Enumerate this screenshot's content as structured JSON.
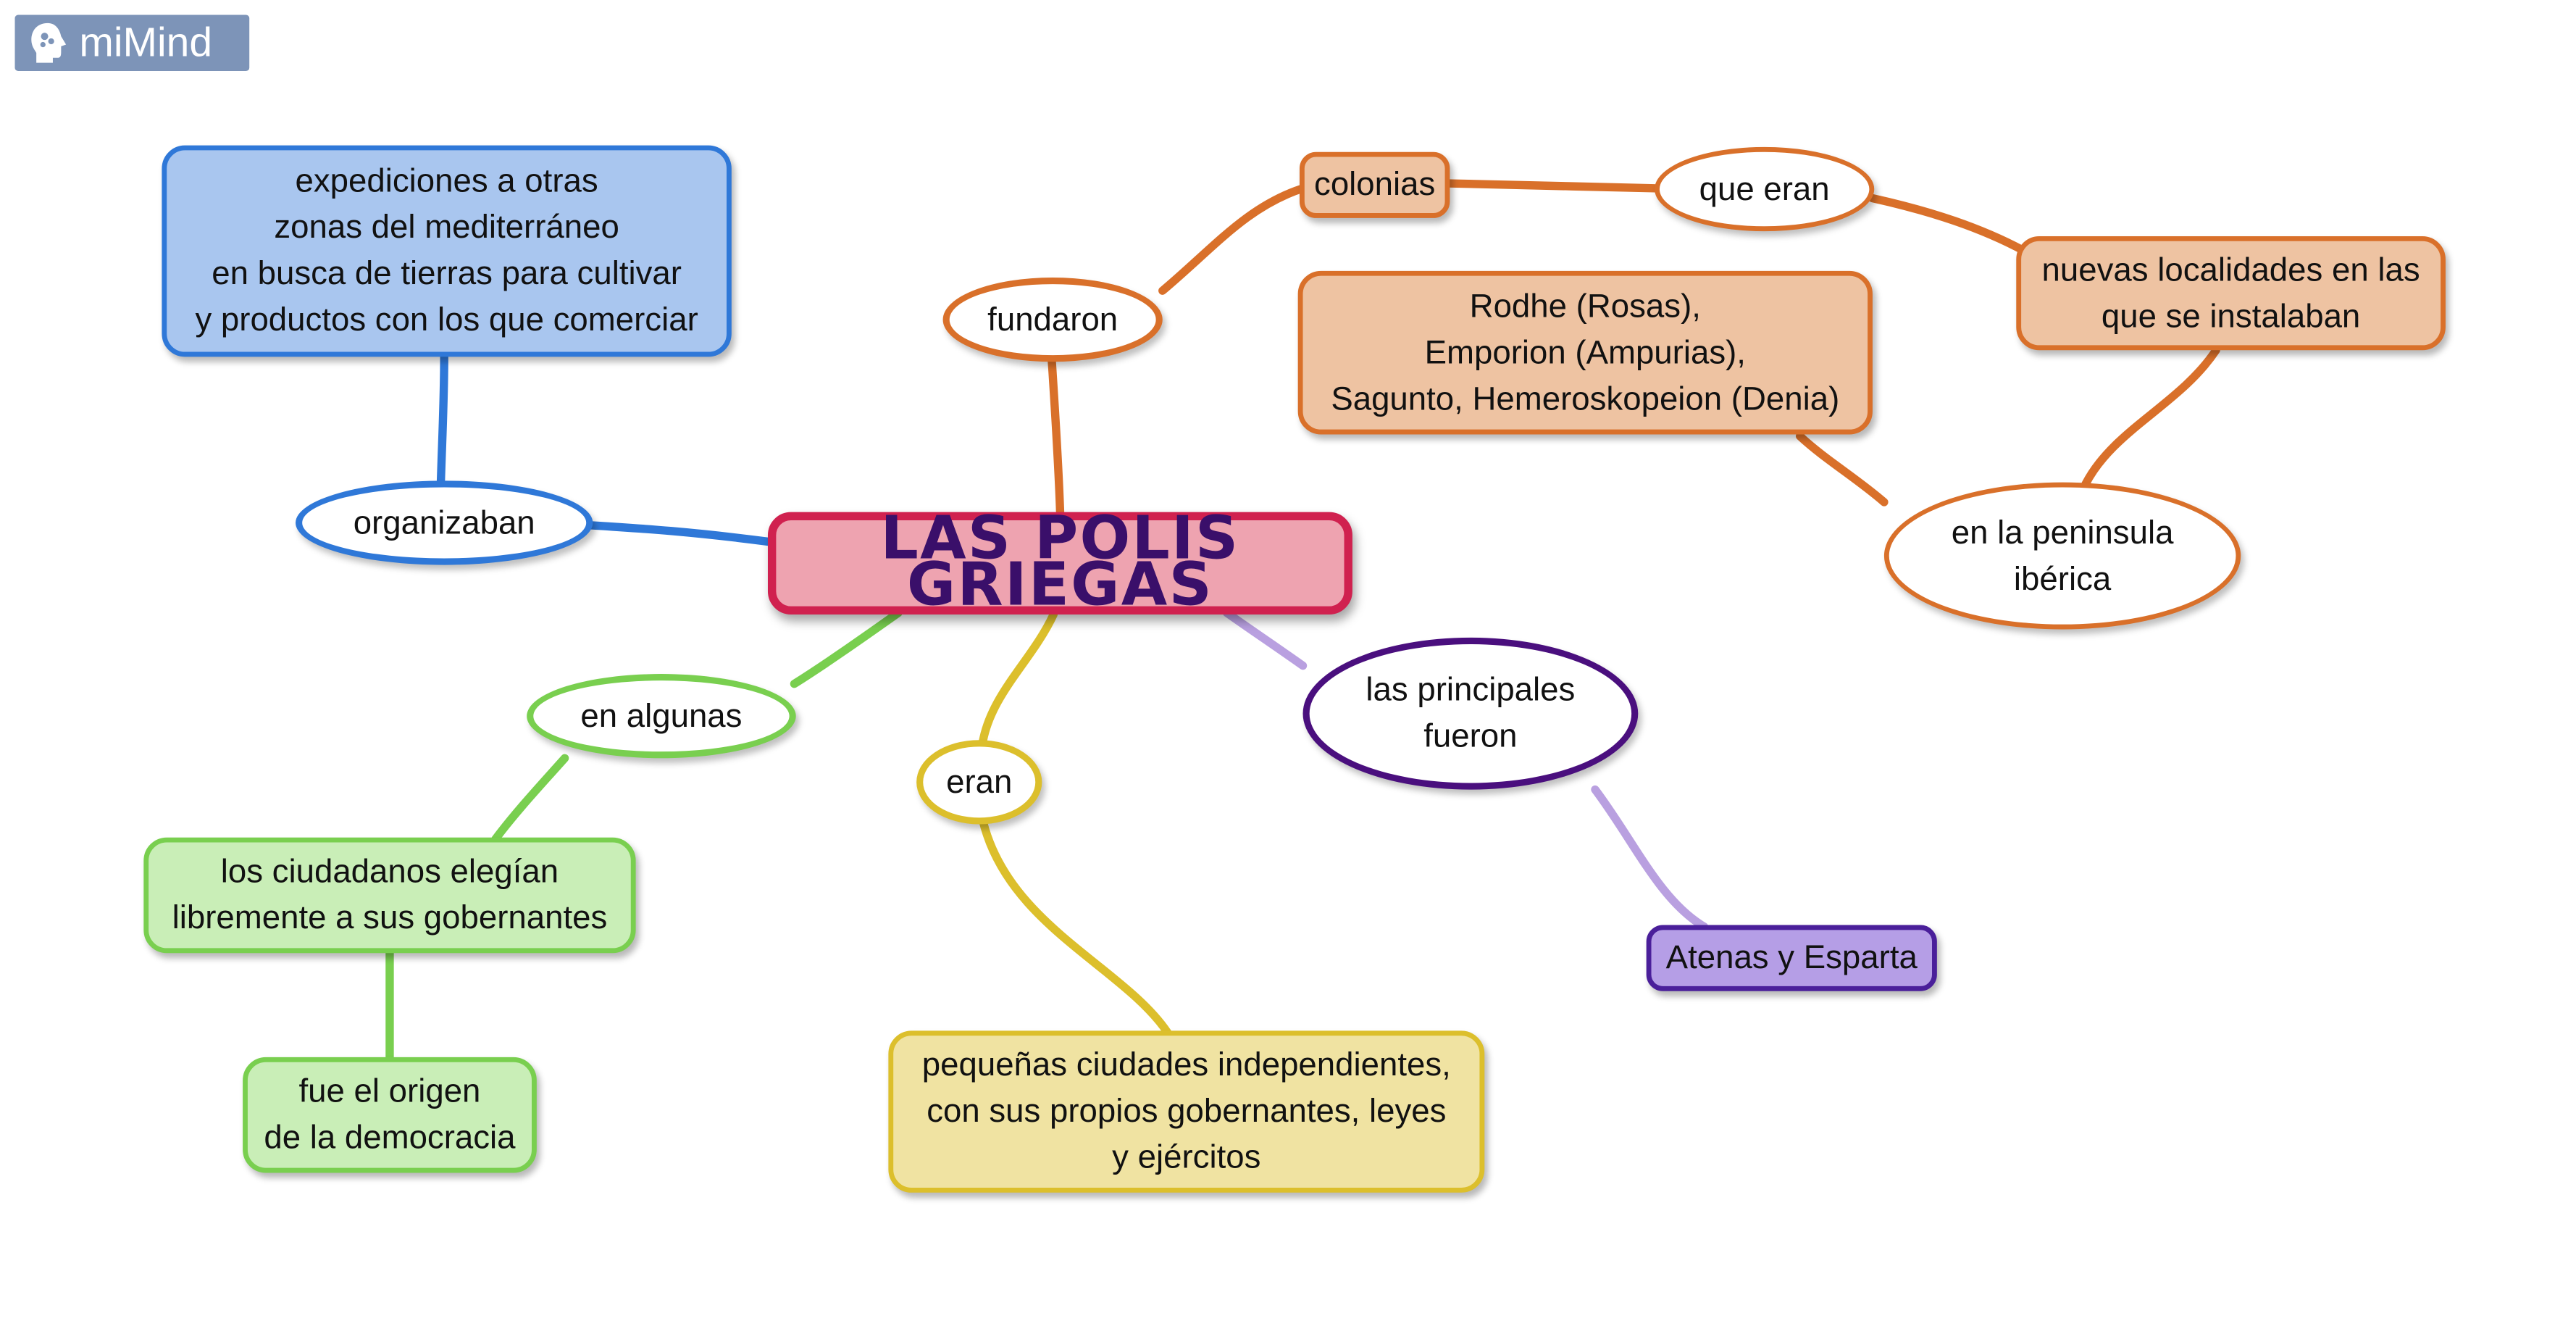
{
  "app": {
    "logo_text": "miMind",
    "logo_icon": "head-brain-icon",
    "logo_bg": "#7d94b8"
  },
  "map": {
    "central": "LAS POLIS GRIEGAS",
    "organizaban": "organizaban",
    "expediciones": "expediciones a otras\nzonas del mediterráneo\nen busca de tierras para cultivar\ny productos con los que comerciar",
    "fundaron": "fundaron",
    "colonias": "colonias",
    "que_eran": "que eran",
    "nuevas_localidades": "nuevas localidades en las\nque se instalaban",
    "rodhe": "Rodhe (Rosas),\nEmporion (Ampurias),\nSagunto, Hemeroskopeion (Denia)",
    "peninsula": "en la peninsula\nibérica",
    "en_algunas": "en algunas",
    "ciudadanos": "los ciudadanos elegían\nlibremente a sus gobernantes",
    "origen": "fue el origen\nde la democracia",
    "eran": "eran",
    "pequenas": "pequeñas ciudades independientes,\ncon sus propios gobernantes, leyes\ny ejércitos",
    "principales": "las principales\nfueron",
    "atenas": "Atenas y Esparta"
  },
  "colors": {
    "blue": "#2f78d8",
    "blue_fill": "#a9c6ef",
    "orange": "#d9702a",
    "orange_fill": "#eec3a2",
    "green": "#79cf4f",
    "green_fill": "#c9eeb7",
    "yellow": "#dcbf2c",
    "yellow_fill": "#f0e3a2",
    "purple_dark": "#4a0f7e",
    "purple_light": "#b9a0e0",
    "purple_fill": "#b59ee6",
    "central_border": "#d0214f",
    "central_fill": "#eea3b0",
    "central_text": "#3a0f6a"
  }
}
